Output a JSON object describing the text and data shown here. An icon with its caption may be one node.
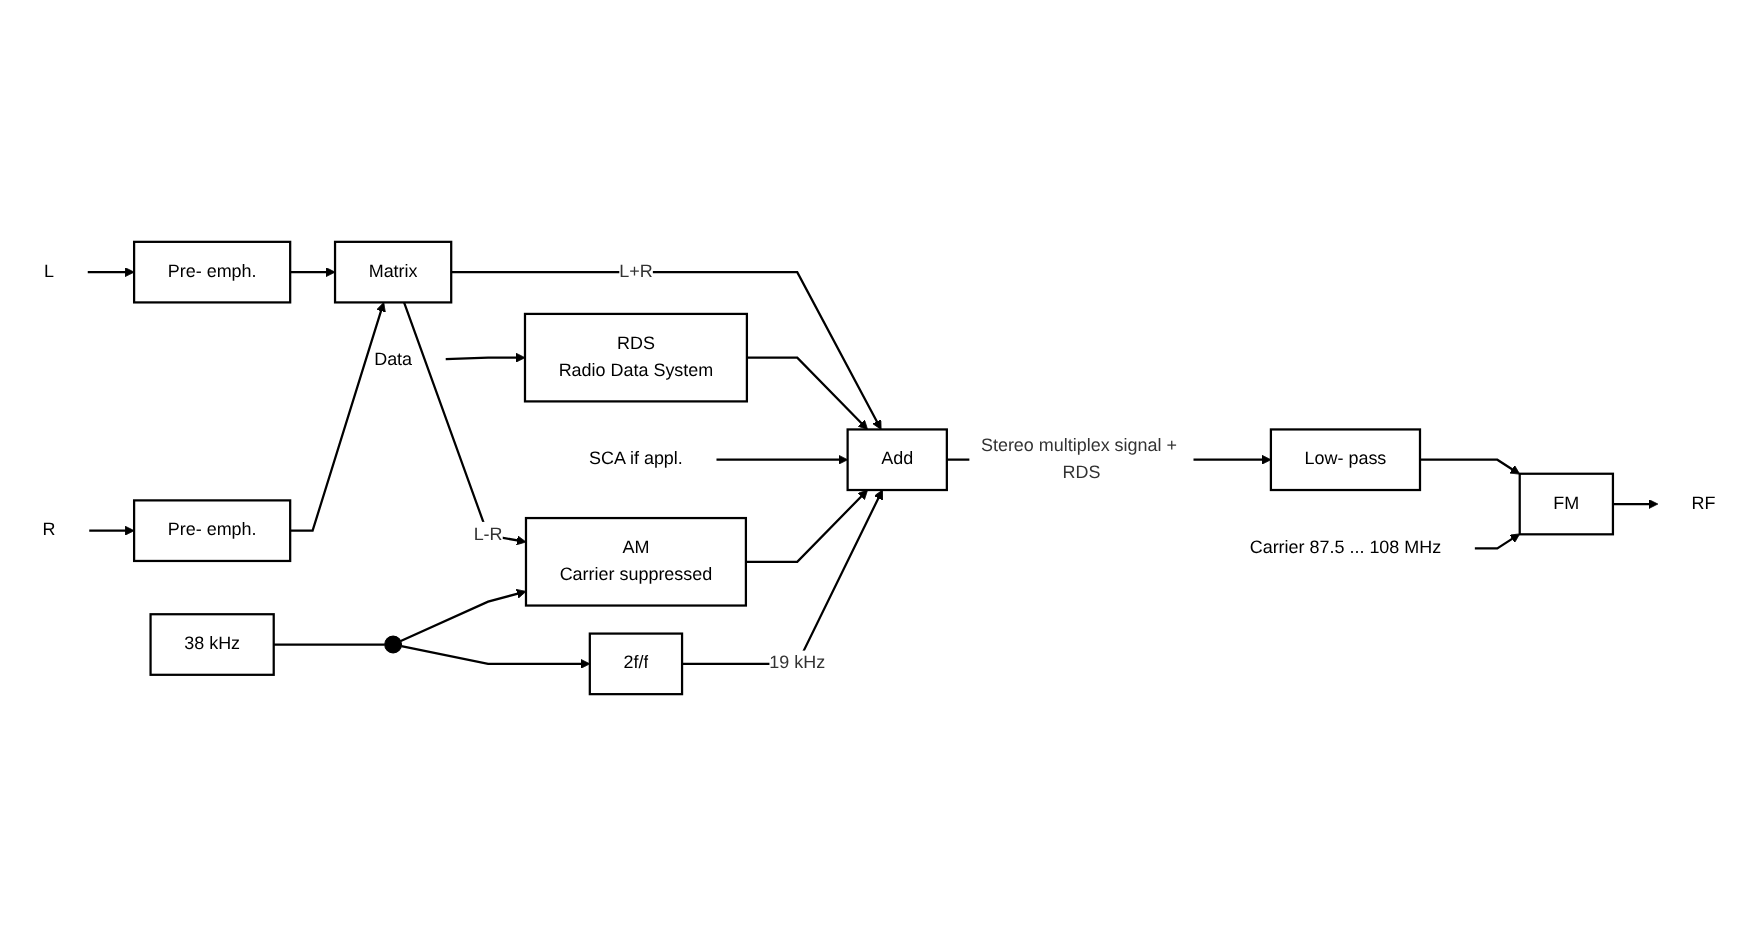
{
  "diagram": {
    "nodes": [
      {
        "text": [
          "L"
        ]
      },
      {
        "text": [
          "R"
        ]
      },
      {
        "text": [
          "Pre- emph."
        ]
      },
      {
        "text": [
          "Pre- emph."
        ]
      },
      {
        "text": [
          "Matrix"
        ]
      },
      {
        "text": [
          "Data"
        ]
      },
      {
        "text": [
          "RDS",
          "Radio Data System"
        ]
      },
      {
        "text": [
          "SCA if appl."
        ]
      },
      {
        "text": [
          "Add"
        ]
      },
      {
        "text": [
          "AM",
          "Carrier suppressed"
        ]
      },
      {
        "text": [
          "38 kHz"
        ]
      },
      {
        "text": [],
        "shape": "circle"
      },
      {
        "text": [
          "2f/f"
        ]
      },
      {
        "text": [
          "Low- pass"
        ]
      },
      {
        "text": [
          "FM"
        ]
      },
      {
        "text": [
          "RF"
        ]
      },
      {
        "text": [
          "Carrier 87.5 ... 108 MHz"
        ]
      }
    ],
    "edges": [
      {
        "from": 0,
        "to": 2,
        "arrow": "to"
      },
      {
        "from": 1,
        "to": 3,
        "arrow": "to"
      },
      {
        "from": 2,
        "to": 4,
        "arrow": "to"
      },
      {
        "from": 3,
        "to": 4,
        "arrow": "to"
      },
      {
        "from": 4,
        "to": 8,
        "arrow": "to",
        "label": "L+R"
      },
      {
        "from": 4,
        "to": 9,
        "arrow": "to",
        "label": "L-R"
      },
      {
        "from": 5,
        "to": 6,
        "arrow": "to"
      },
      {
        "from": 6,
        "to": 8,
        "arrow": "to"
      },
      {
        "from": 7,
        "to": 8,
        "arrow": "to"
      },
      {
        "from": 9,
        "to": 8,
        "arrow": "to"
      },
      {
        "from": 10,
        "to": 11,
        "arrow": "none"
      },
      {
        "from": 11,
        "to": 9,
        "arrow": "to"
      },
      {
        "from": 11,
        "to": 12,
        "arrow": "to"
      },
      {
        "from": 12,
        "to": 8,
        "arrow": "to",
        "label": "19 kHz"
      },
      {
        "from": 8,
        "to": 13,
        "arrow": "to",
        "label": "Stereo multiplex signal + RDS"
      },
      {
        "from": 13,
        "to": 14,
        "arrow": "to"
      },
      {
        "from": 14,
        "to": 15,
        "arrow": "to"
      },
      {
        "from": 16,
        "to": 14,
        "arrow": "to"
      }
    ]
  }
}
